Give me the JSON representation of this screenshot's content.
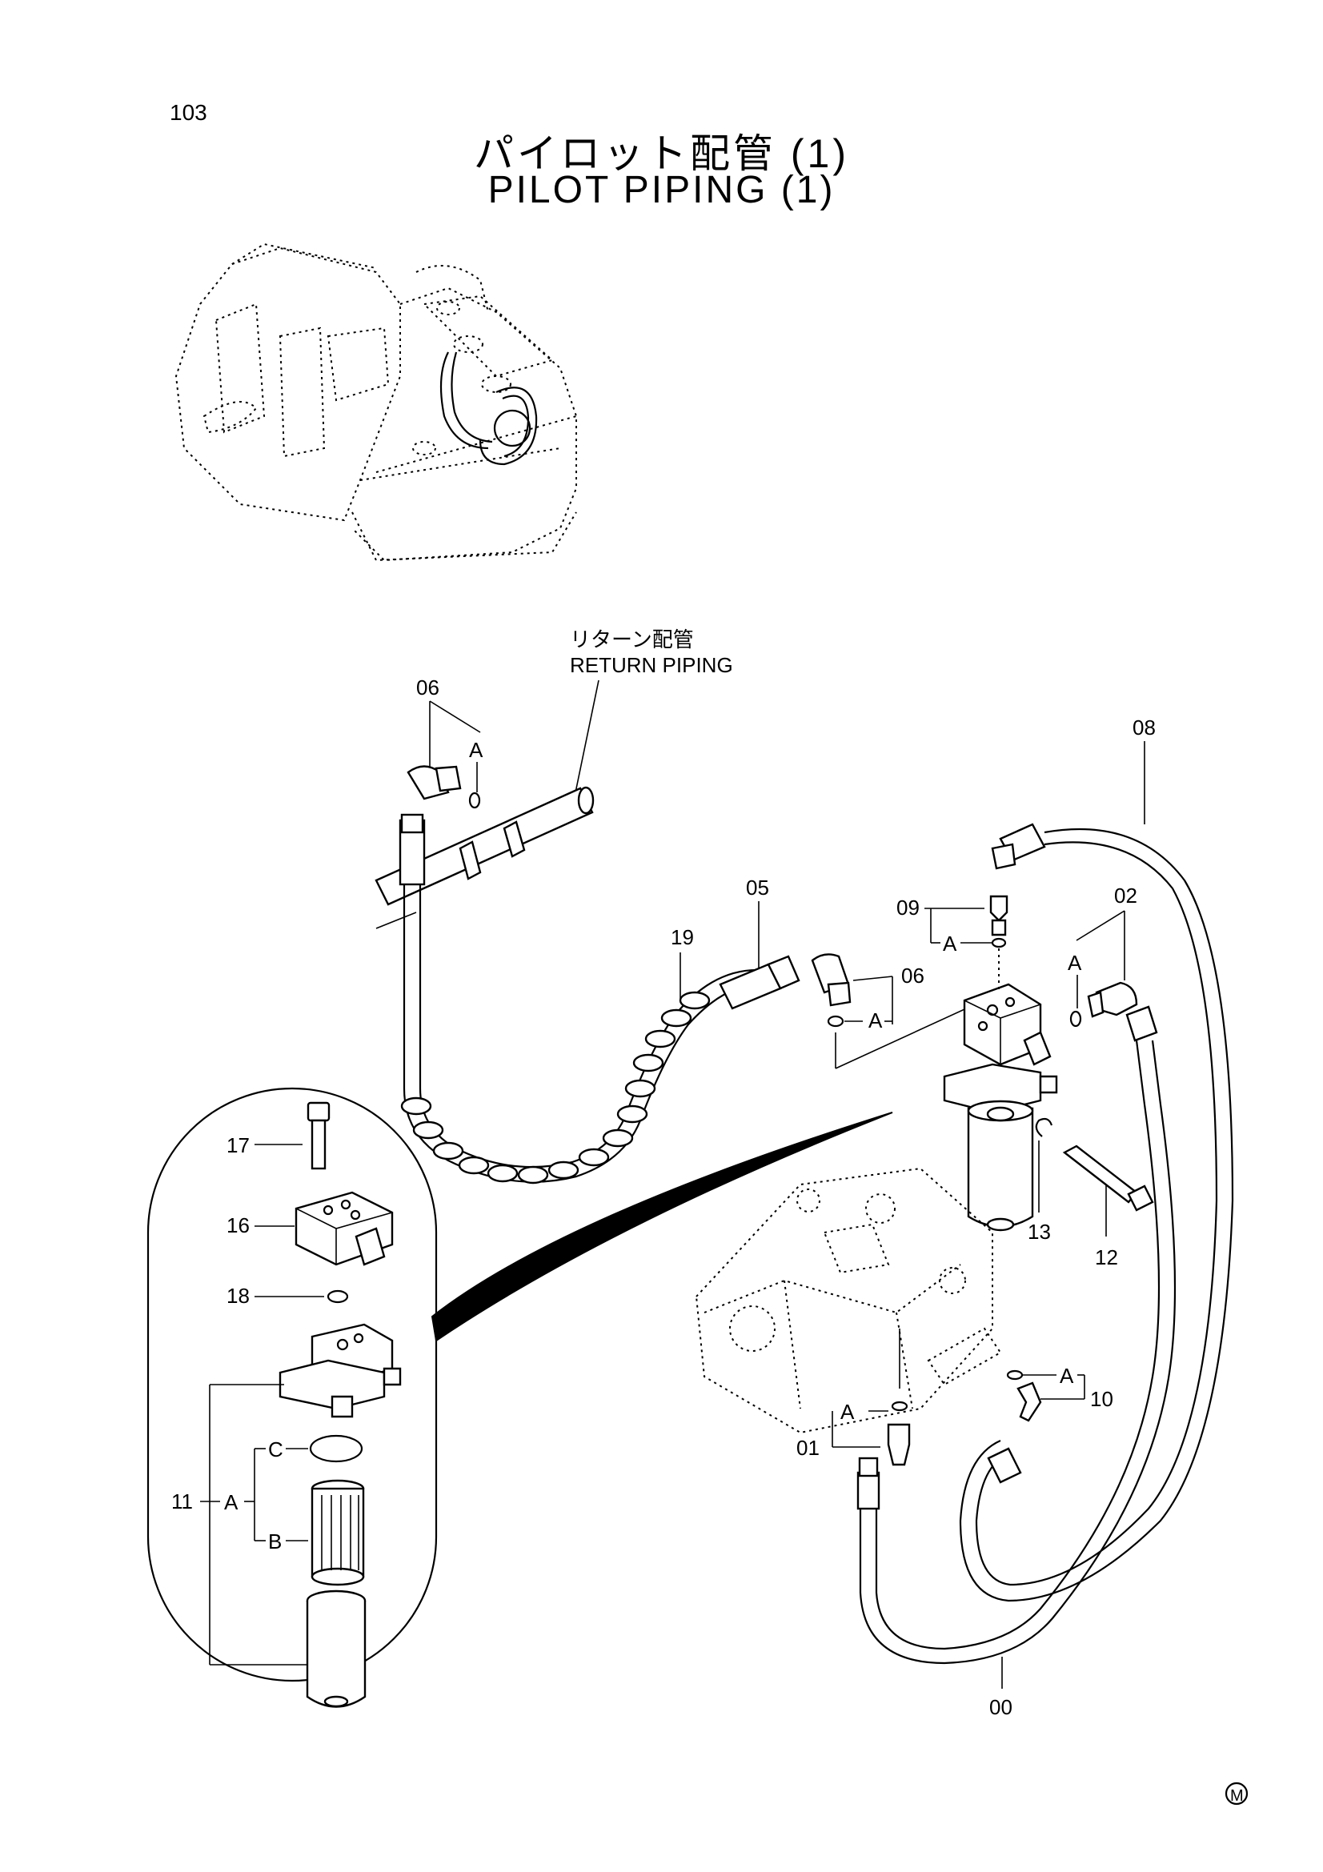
{
  "page_number": "103",
  "title_jp": "パイロット配管 (1)",
  "title_en": "PILOT PIPING (1)",
  "return_piping_jp": "リターン配管",
  "return_piping_en": "RETURN PIPING",
  "callouts": {
    "c00": "00",
    "c01": "01",
    "c02": "02",
    "c05": "05",
    "c06_top": "06",
    "c06_mid": "06",
    "c08": "08",
    "c09": "09",
    "c10": "10",
    "c11": "11",
    "c12": "12",
    "c13": "13",
    "c16": "16",
    "c17": "17",
    "c18": "18",
    "c19": "19"
  },
  "sub_labels": {
    "a_06_top": "A",
    "a_09": "A",
    "a_06_mid": "A",
    "a_02": "A",
    "a_10": "A",
    "a_01": "A",
    "a_11": "A",
    "b_11": "B",
    "c_11": "C"
  },
  "mark": "M"
}
